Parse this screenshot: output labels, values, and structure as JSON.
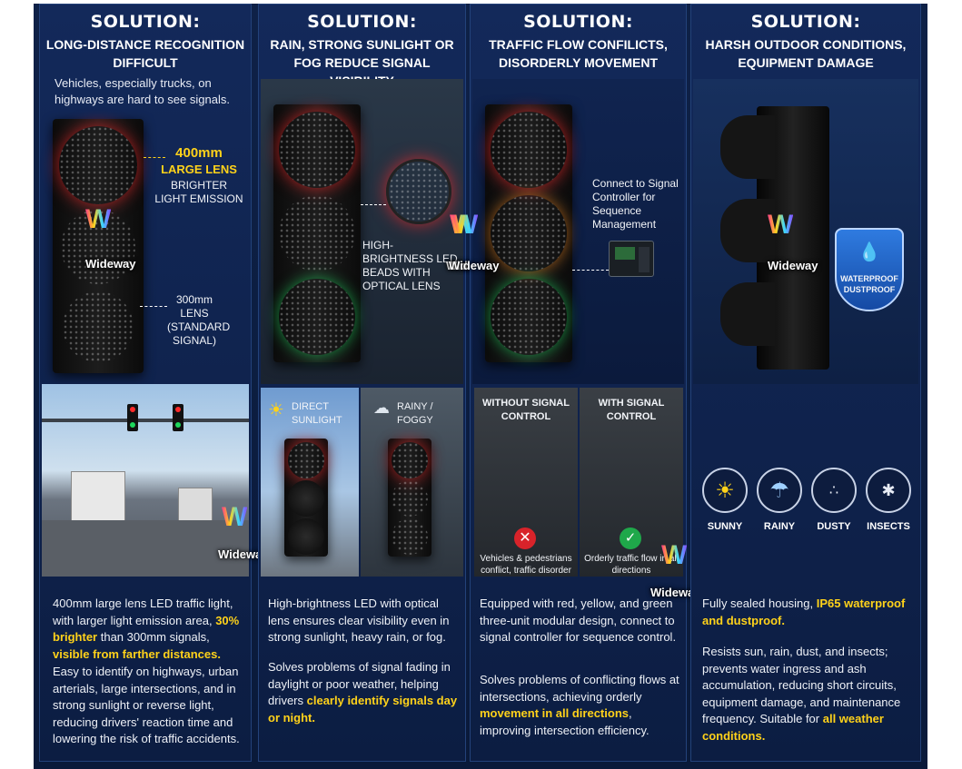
{
  "columns": [
    {
      "title": "SOLUTION:",
      "subtitle": "LONG-DISTANCE RECOGNITION DIFFICULT",
      "intro": "Vehicles, especially trucks, on highways are hard to see signals.",
      "callout_big_1": "400mm",
      "callout_big_2": "LARGE LENS",
      "callout_small": "BRIGHTER LIGHT EMISSION",
      "callout_300": "300mm LENS (STANDARD SIGNAL)",
      "p1_a": "400mm large lens LED traffic light, with larger light emission area, ",
      "p1_hl1": "30% brighter",
      "p1_b": " than 300mm signals, ",
      "p1_hl2": "visible from farther distances.",
      "p2": "Easy to identify on highways, urban arterials, large intersections, and in strong sunlight or reverse light, reducing drivers' reaction time and lowering the risk of traffic accidents."
    },
    {
      "title": "SOLUTION:",
      "subtitle": "RAIN, STRONG SUNLIGHT OR FOG REDUCE SIGNAL VISIBILITY",
      "callout": "HIGH-BRIGHTNESS LED BEADS WITH OPTICAL LENS",
      "tag_sun": "DIRECT SUNLIGHT",
      "tag_rain": "RAINY / FOGGY",
      "p1": "High-brightness LED with optical lens ensures clear visibility even in strong sunlight, heavy rain, or fog.",
      "p2_a": "Solves problems of signal fading in daylight or poor weather, helping drivers ",
      "p2_hl": "clearly identify signals day or night."
    },
    {
      "title": "SOLUTION:",
      "subtitle": "TRAFFIC FLOW CONFILICTS, DISORDERLY MOVEMENT",
      "callout": "Connect to Signal Controller for Sequence Management",
      "tag_without": "WITHOUT SIGNAL CONTROL",
      "tag_with": "WITH SIGNAL CONTROL",
      "caption_without": "Vehicles & pedestrians conflict, traffic disorder",
      "caption_with": "Orderly traffic flow in all directions",
      "p1": "Equipped with red, yellow, and green three-unit modular design, connect to signal controller for sequence control.",
      "p2_a": "Solves problems of conflicting flows at intersections, achieving orderly ",
      "p2_hl": "movement in all directions",
      "p2_b": ", improving intersection efficiency."
    },
    {
      "title": "SOLUTION:",
      "subtitle": "HARSH OUTDOOR CONDITIONS, EQUIPMENT DAMAGE",
      "shield": "WATERPROOF DUSTPROOF",
      "icons": [
        "SUNNY",
        "RAINY",
        "DUSTY",
        "INSECTS"
      ],
      "p1_a": "Fully sealed housing, ",
      "p1_hl": "IP65 waterproof and dustproof.",
      "p2_a": "Resists sun, rain, dust, and insects; prevents water ingress and ash accumulation, reducing short circuits, equipment damage, and maintenance frequency. Suitable for ",
      "p2_hl": "all weather conditions."
    }
  ],
  "watermark": "Wideway",
  "colors": {
    "accent": "#ffd21a",
    "panel": "#13295a",
    "background": "#0a1a3a"
  }
}
